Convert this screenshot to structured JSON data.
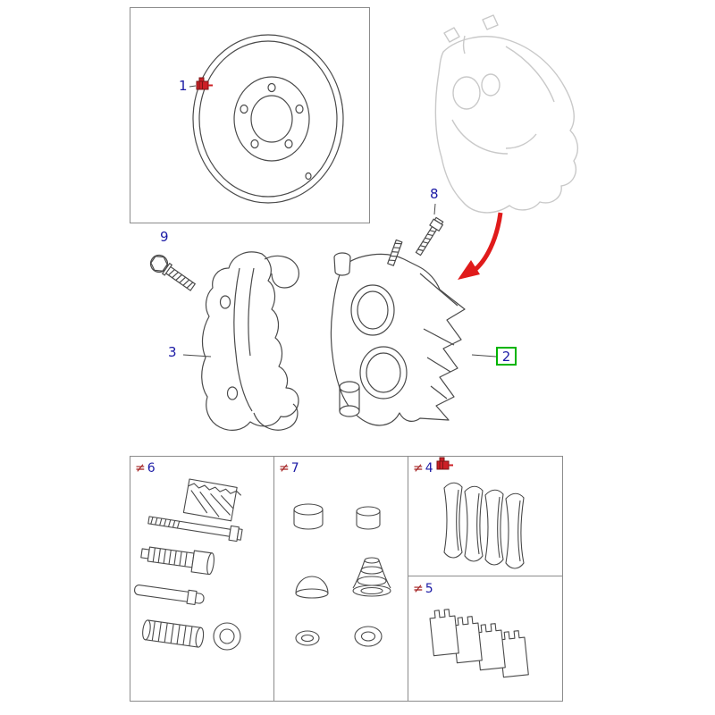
{
  "callouts": {
    "c1": "1",
    "c2": "2",
    "c3": "3",
    "c8": "8",
    "c9": "9"
  },
  "kit_sections": {
    "prefix": "≠",
    "k4": "4",
    "k5": "5",
    "k6": "6",
    "k7": "7"
  },
  "colors": {
    "callout_text": "#1b1aa5",
    "kit_symbol": "#a32020",
    "highlight_border": "#00b400",
    "clip_icon_red": "#cc2026",
    "arrow_red": "#e01b1b",
    "line_art": "#4a4a4a",
    "ghost_art": "#c9c9c9",
    "box_border": "#8c8c8c"
  }
}
